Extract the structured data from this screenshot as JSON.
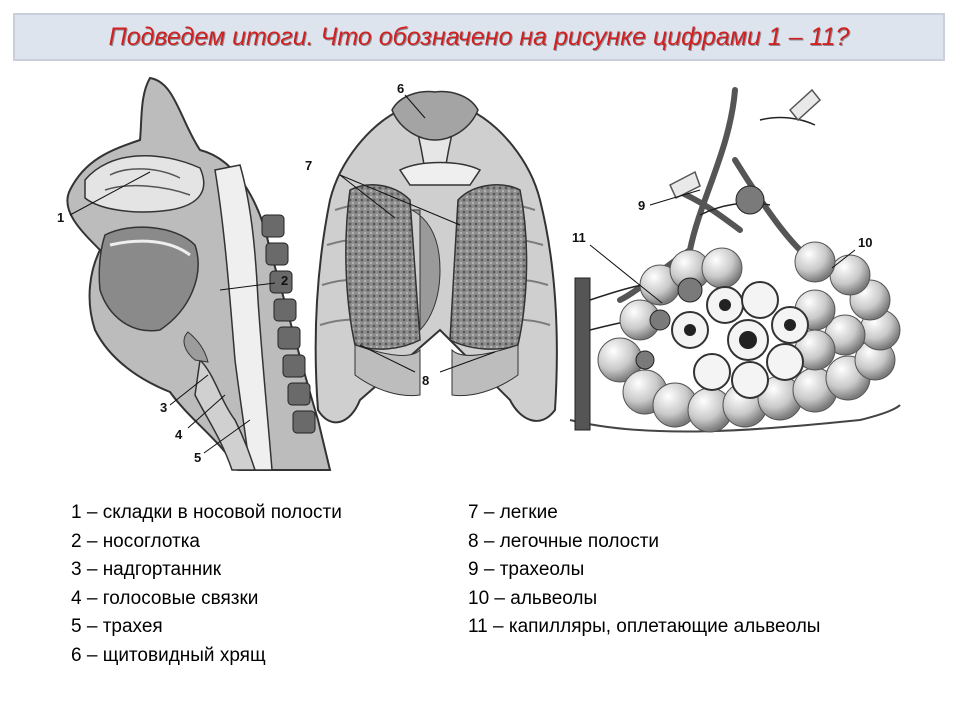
{
  "title": "Подведем итоги. Что обозначено на рисунке цифрами 1 – 11?",
  "figure_labels": [
    "1",
    "2",
    "3",
    "4",
    "5",
    "6",
    "7",
    "8",
    "9",
    "10",
    "11"
  ],
  "legend_left": [
    "1 – складки в носовой полости",
    "2 – носоглотка",
    "3 – надгортанник",
    "4 – голосовые связки",
    "5 – трахея",
    "6 – щитовидный хрящ"
  ],
  "legend_right": [
    "7 – легкие",
    "8 – легочные полости",
    "9 – трахеолы",
    "10 – альвеолы",
    "11 – капилляры, оплетающие альвеолы"
  ],
  "colors": {
    "title": "#d21f1f",
    "title_bg": "#dde4ee"
  }
}
